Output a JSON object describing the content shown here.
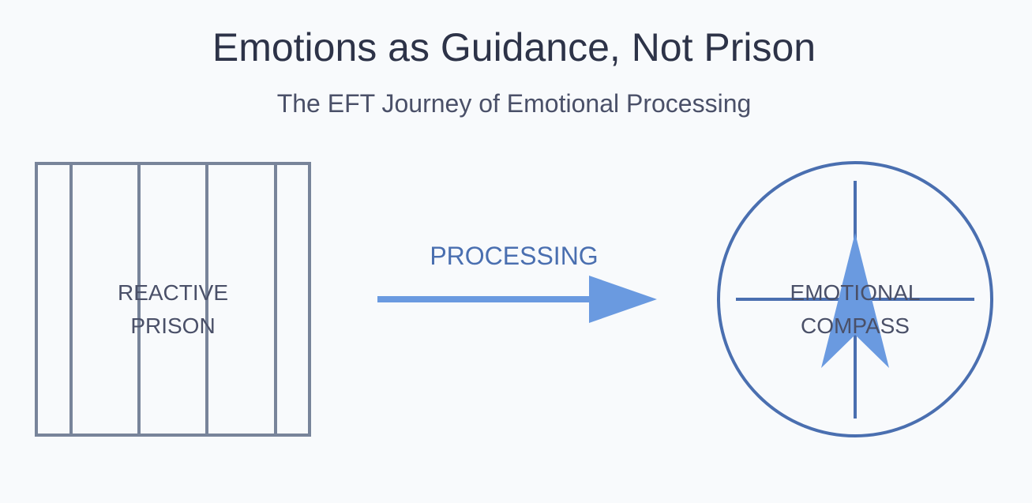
{
  "header": {
    "title": "Emotions as Guidance, Not Prison",
    "subtitle": "The EFT Journey of Emotional Processing"
  },
  "prison": {
    "label_line1": "REACTIVE",
    "label_line2": "PRISON",
    "stroke_color": "#78849a"
  },
  "transition": {
    "label": "PROCESSING",
    "label_color": "#4a6fb0",
    "arrow_color": "#6a9ae0"
  },
  "compass": {
    "label_line1": "EMOTIONAL",
    "label_line2": "COMPASS",
    "stroke_color": "#4a6fb0",
    "needle_color": "#6a9ae0"
  },
  "colors": {
    "background": "#f8fafc",
    "title": "#2d3348",
    "text": "#4a5068"
  }
}
